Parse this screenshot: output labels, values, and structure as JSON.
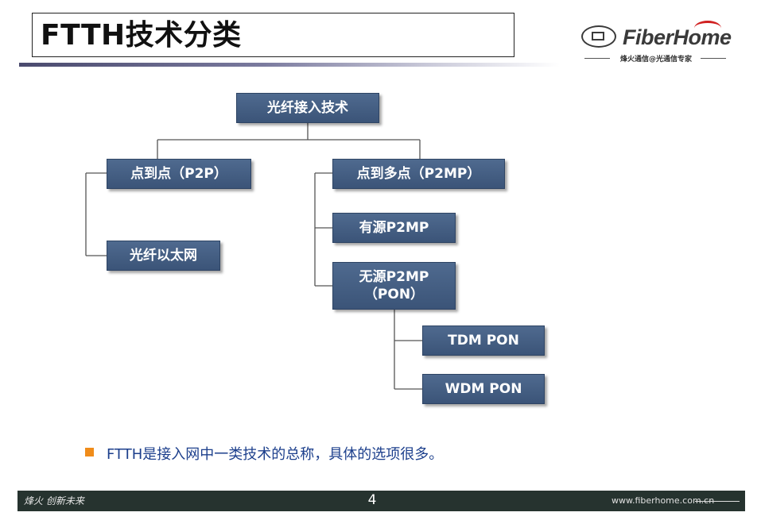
{
  "slide": {
    "title": "FTTH技术分类",
    "page_number": "4"
  },
  "logo": {
    "name": "FiberHome",
    "tagline": "烽火通信@光通信专家",
    "emblem_icon": "fiberhome-emblem-icon"
  },
  "diagram": {
    "root": "光纤接入技术",
    "p2p": "点到点（P2P）",
    "p2p_child": "光纤以太网",
    "p2mp": "点到多点（P2MP）",
    "active_p2mp": "有源P2MP",
    "passive_p2mp_line1": "无源P2MP",
    "passive_p2mp_line2": "（PON）",
    "tdm_pon": "TDM PON",
    "wdm_pon": "WDM PON"
  },
  "bullet": {
    "text": "FTTH是接入网中一类技术的总称，具体的选项很多。",
    "color": "#f08c1a"
  },
  "footer": {
    "script": "烽火 创新未来",
    "url": "www.fiberhome.com.cn"
  },
  "colors": {
    "node_fill": "#3b5478",
    "bullet_text": "#1c3f8c",
    "footer_bg": "#26332f"
  }
}
